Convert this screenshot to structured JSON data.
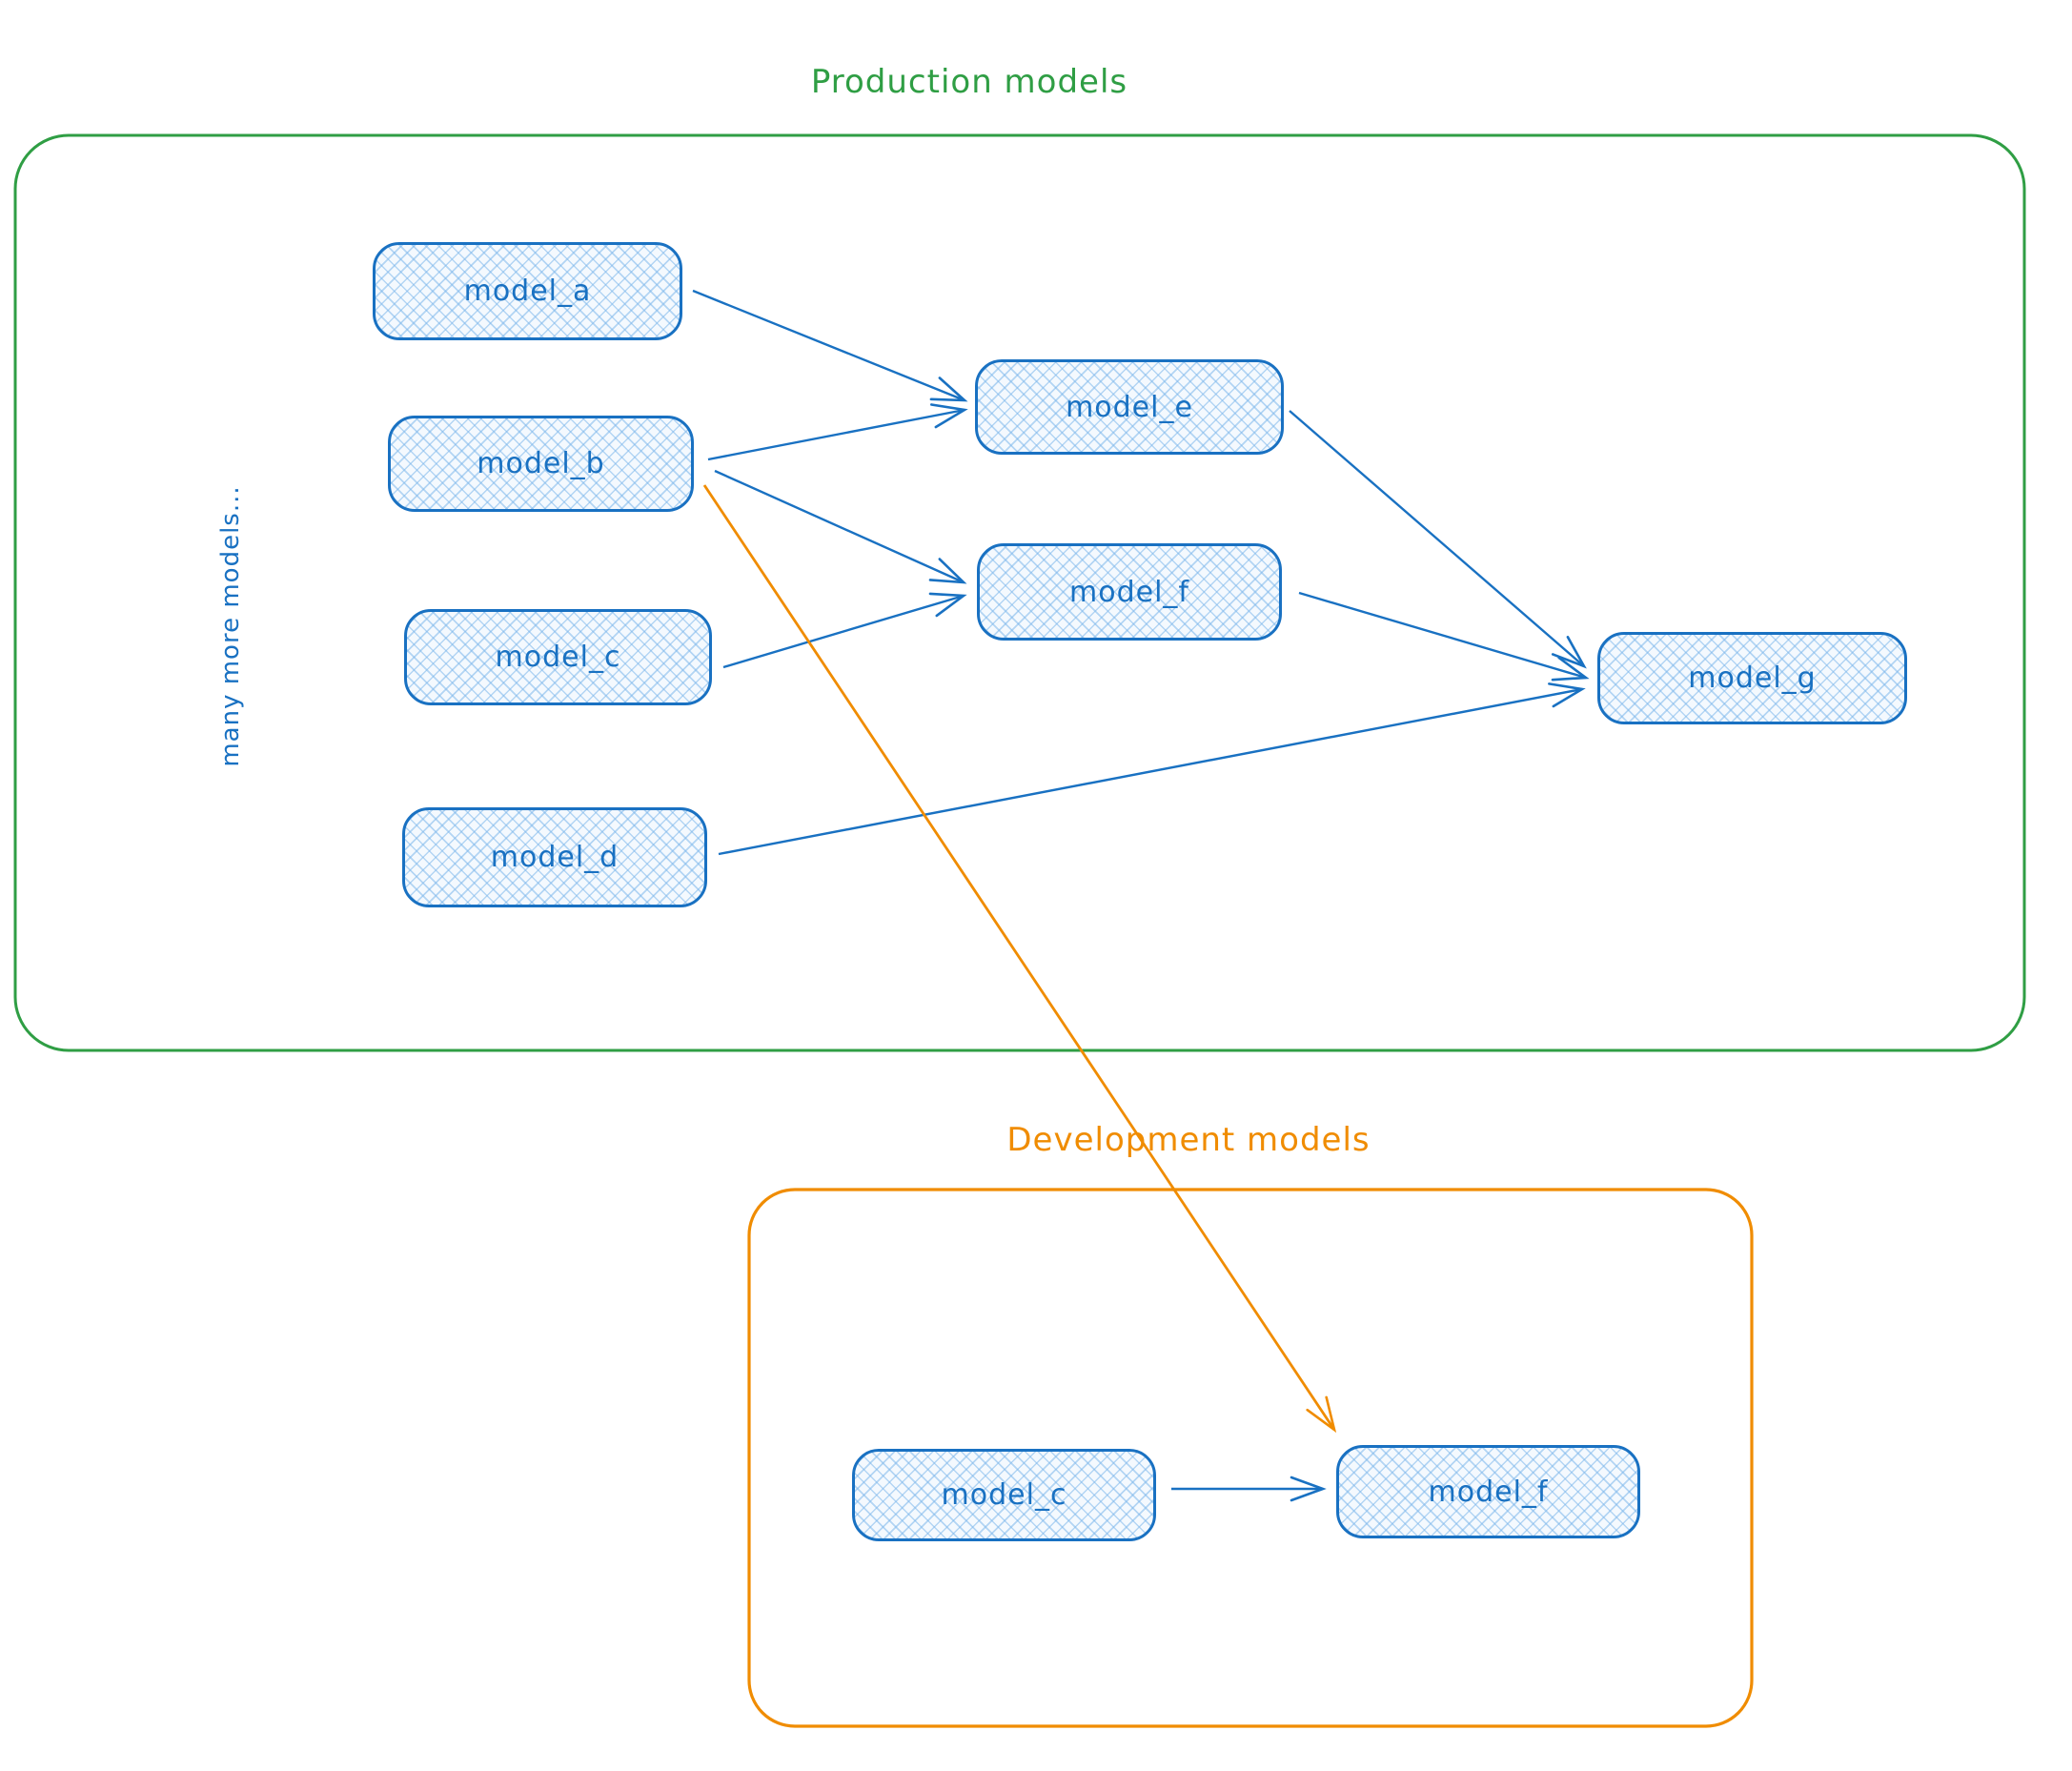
{
  "colors": {
    "blue": "#1971c2",
    "blue_fill": "#a5d8ff",
    "green": "#2f9e44",
    "orange": "#f08c00"
  },
  "production": {
    "title": "Production models",
    "side_label": "many more models...",
    "nodes": [
      {
        "id": "model_a",
        "label": "model_a"
      },
      {
        "id": "model_b",
        "label": "model_b"
      },
      {
        "id": "model_c",
        "label": "model_c"
      },
      {
        "id": "model_d",
        "label": "model_d"
      },
      {
        "id": "model_e",
        "label": "model_e"
      },
      {
        "id": "model_f",
        "label": "model_f"
      },
      {
        "id": "model_g",
        "label": "model_g"
      }
    ],
    "edges": [
      {
        "from": "model_a",
        "to": "model_e"
      },
      {
        "from": "model_b",
        "to": "model_e"
      },
      {
        "from": "model_b",
        "to": "model_f"
      },
      {
        "from": "model_c",
        "to": "model_f"
      },
      {
        "from": "model_e",
        "to": "model_g"
      },
      {
        "from": "model_f",
        "to": "model_g"
      },
      {
        "from": "model_d",
        "to": "model_g"
      }
    ]
  },
  "development": {
    "title": "Development models",
    "nodes": [
      {
        "id": "dev_model_c",
        "label": "model_c"
      },
      {
        "id": "dev_model_f",
        "label": "model_f"
      }
    ],
    "edges": [
      {
        "from": "dev_model_c",
        "to": "dev_model_f"
      }
    ]
  },
  "cross_edges": [
    {
      "from": "model_b",
      "to": "dev_model_f",
      "style": "orange"
    }
  ]
}
